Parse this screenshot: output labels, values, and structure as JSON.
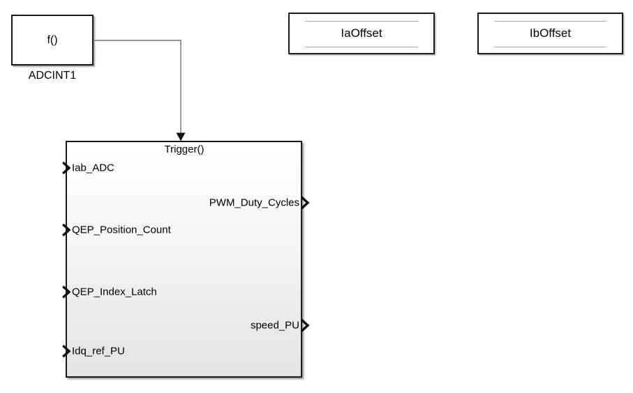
{
  "blocks": {
    "function_call": {
      "label": "f()",
      "name": "ADCINT1"
    },
    "data_store_a": {
      "label": "IaOffset"
    },
    "data_store_b": {
      "label": "IbOffset"
    },
    "subsystem": {
      "trigger_label": "Trigger()",
      "inputs": [
        "Iab_ADC",
        "QEP_Position_Count",
        "QEP_Index_Latch",
        "Idq_ref_PU"
      ],
      "outputs": [
        "PWM_Duty_Cycles",
        "speed_PU"
      ]
    }
  },
  "colors": {
    "canvas_bg": "#ffffff",
    "block_border": "#1a1a1a",
    "subsystem_fill_top": "#ffffff",
    "subsystem_fill_bottom": "#e3e3e3",
    "wire": "#6e6e6e",
    "arrowhead": "#111111",
    "datastore_inner_line": "#a8a8a8"
  }
}
